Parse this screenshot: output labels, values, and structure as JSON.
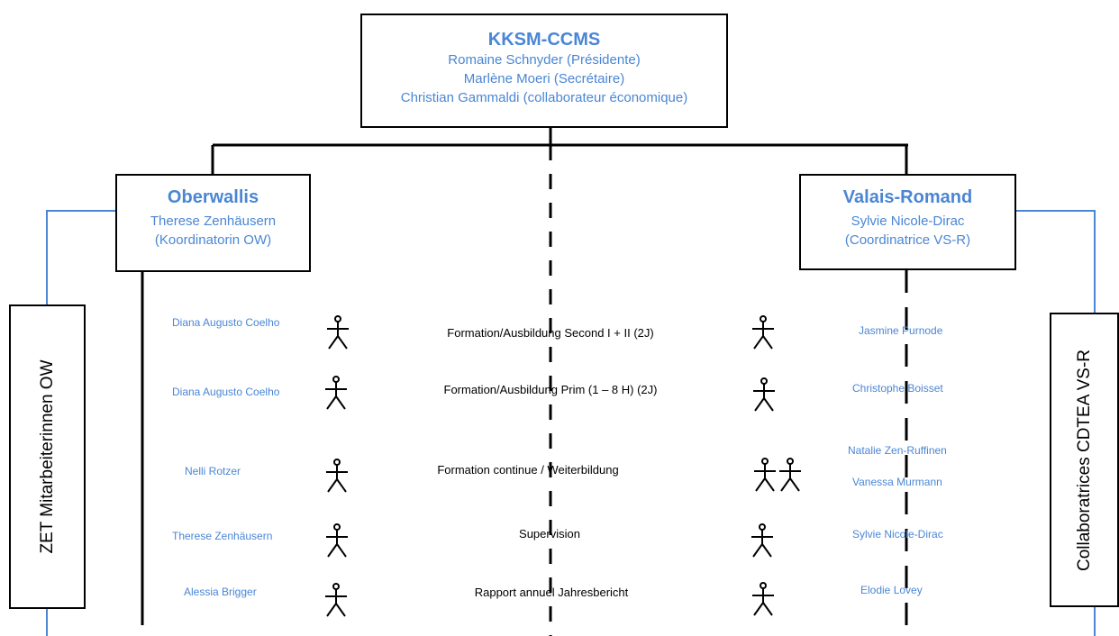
{
  "top": {
    "title": "KKSM-CCMS",
    "member1": "Romaine Schnyder (Présidente)",
    "member2": "Marlène Moeri (Secrétaire)",
    "member3": "Christian Gammaldi (collaborateur économique)"
  },
  "left": {
    "title": "Oberwallis",
    "name": "Therese Zenhäusern",
    "role": "(Koordinatorin OW)",
    "side_label": "ZET Mitarbeiterinnen OW"
  },
  "right": {
    "title": "Valais-Romand",
    "name": "Sylvie Nicole-Dirac",
    "role": "(Coordinatrice VS-R)",
    "side_label": "Collaboratrices CDTEA VS-R"
  },
  "rows": [
    {
      "left_person": "Diana Augusto Coelho",
      "activity": "Formation/Ausbildung Second I + II (2J)",
      "right_persons": [
        "Jasmine Purnode"
      ]
    },
    {
      "left_person": "Diana Augusto Coelho",
      "activity": "Formation/Ausbildung Prim (1 – 8 H) (2J)",
      "right_persons": [
        "Christophe Boisset"
      ]
    },
    {
      "left_person": "Nelli Rotzer",
      "activity": "Formation continue / Weiterbildung",
      "right_persons": [
        "Natalie Zen-Ruffinen",
        "Vanessa Murmann"
      ]
    },
    {
      "left_person": "Therese Zenhäusern",
      "activity": "Supervision",
      "right_persons": [
        "Sylvie Nicole-Dirac"
      ]
    },
    {
      "left_person": "Alessia Brigger",
      "activity": "Rapport annuel Jahresbericht",
      "right_persons": [
        "Elodie Lovey"
      ]
    }
  ],
  "colors": {
    "accent": "#4a86d4",
    "line": "#000000",
    "connector": "#4a86d4"
  },
  "icons": {
    "person": "stick-figure-icon"
  }
}
